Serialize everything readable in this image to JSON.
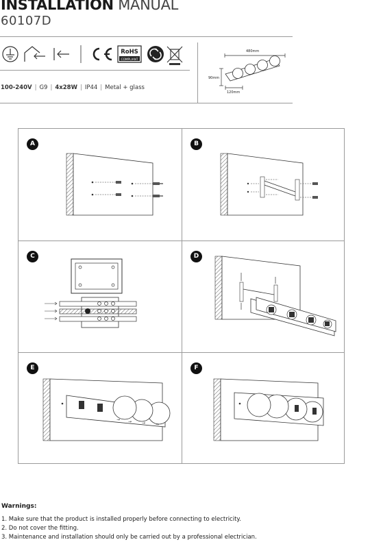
{
  "header": {
    "title_bold": "INSTALLATION",
    "title_light": "MANUAL",
    "model": "60107D"
  },
  "icons": [
    {
      "name": "earth-ground-icon"
    },
    {
      "name": "indoor-use-icon"
    },
    {
      "name": "arrow-left-icon"
    },
    {
      "name": "ce-mark-icon",
      "text": "CE"
    },
    {
      "name": "rohs-icon",
      "text": "RoHS",
      "subtext": "COMPLIANT"
    },
    {
      "name": "recycle-icon"
    },
    {
      "name": "weee-bin-icon"
    }
  ],
  "specs": {
    "voltage": "100-240V",
    "socket": "G9",
    "wattage": "4x28W",
    "ip": "IP44",
    "material": "Metal + glass"
  },
  "dimensions": {
    "width": "480mm",
    "height": "90mm",
    "depth": "120mm"
  },
  "steps": [
    "A",
    "B",
    "C",
    "D",
    "E",
    "F"
  ],
  "warnings": {
    "title": "Warnings:",
    "items": [
      "1. Make sure that the product is installed properly before connecting to electricity.",
      "2. Do not cover the fitting.",
      "3. Maintenance and installation should only be carried out by a professional electrician."
    ]
  }
}
